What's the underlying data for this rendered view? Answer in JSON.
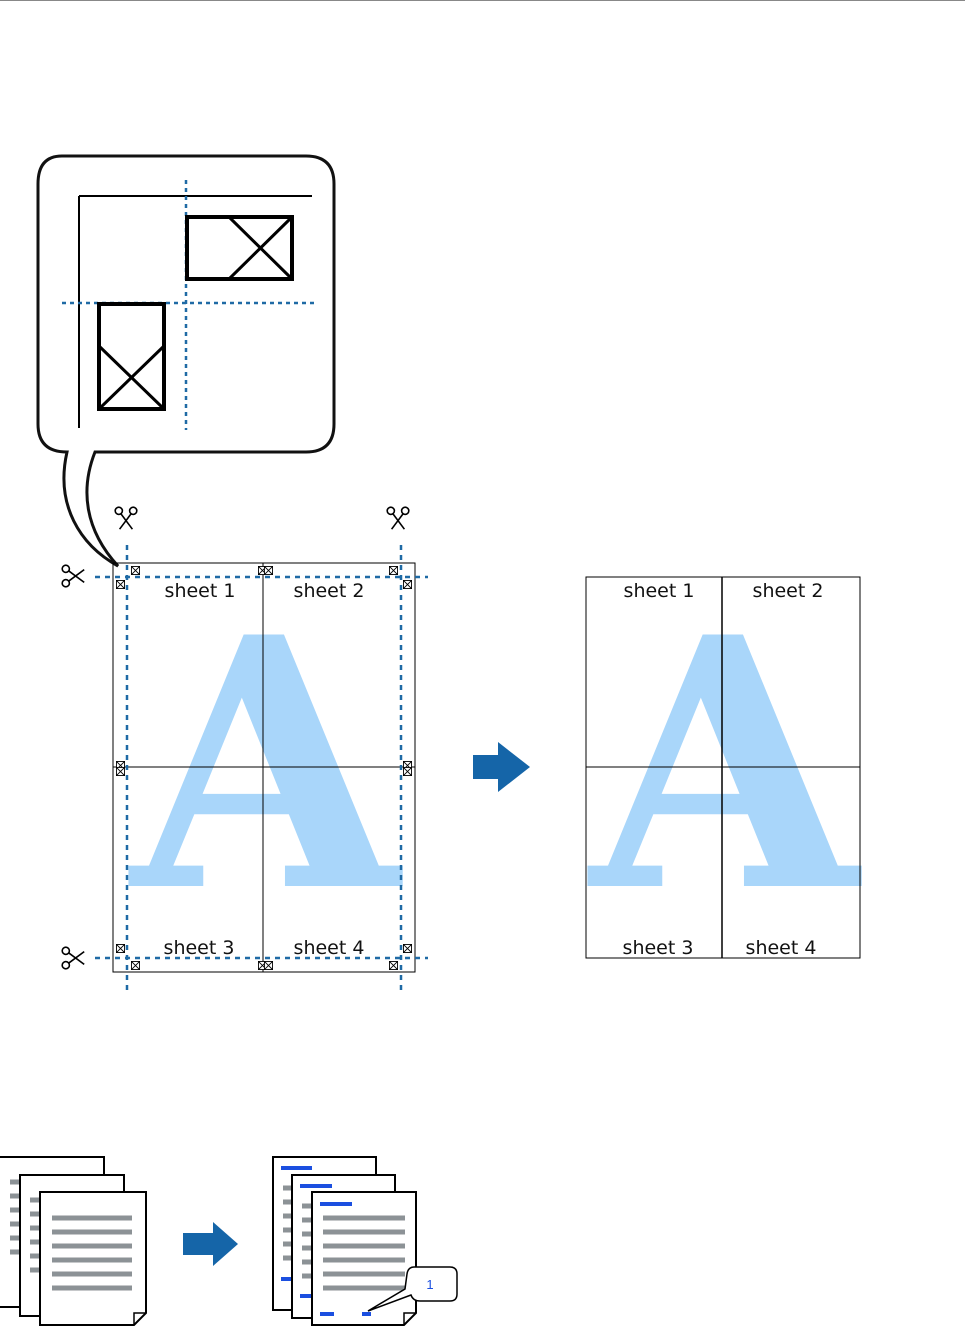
{
  "colors": {
    "guide_line": "#1f6aa5",
    "watermark": "#a9d6fa",
    "arrow": "#1565a8",
    "page_number_blue": "#1b4fe0",
    "text_lines": "#8c9296",
    "outline": "#000000",
    "top_rule": "#888888"
  },
  "icons": {
    "cut_mark": "scissors-icon",
    "crop_mark": "crosshair-box-icon",
    "flow": "right-arrow-icon"
  },
  "poster_left": {
    "watermark_letter": "A",
    "sheets": [
      "sheet 1",
      "sheet 2",
      "sheet 3",
      "sheet 4"
    ]
  },
  "poster_right": {
    "watermark_letter": "A",
    "sheets": [
      "sheet 1",
      "sheet 2",
      "sheet 3",
      "sheet 4"
    ]
  },
  "page_stack_after": {
    "page_number_callout": "1"
  }
}
